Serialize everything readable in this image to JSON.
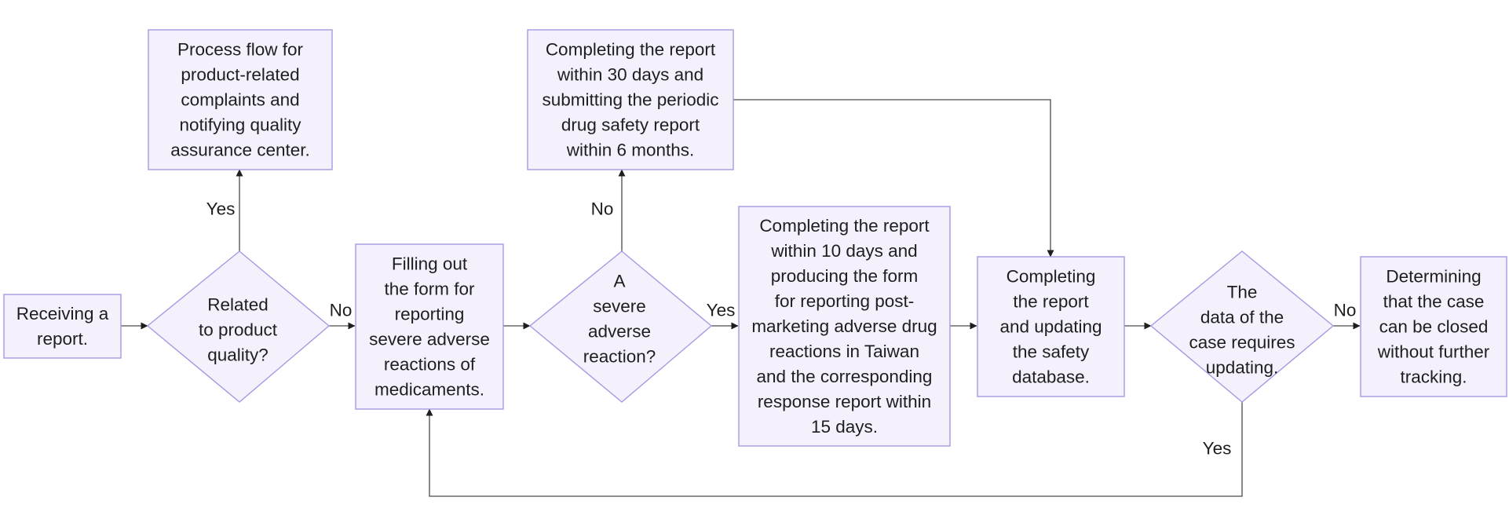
{
  "diagram": {
    "nodes": {
      "receiving": [
        "Receiving a",
        "report."
      ],
      "related_quality": [
        "Related",
        "to product",
        "quality?"
      ],
      "process_flow": [
        "Process flow for",
        "product-related",
        "complaints and",
        "notifying quality",
        "assurance center."
      ],
      "filling_form": [
        "Filling out",
        "the form for",
        "reporting",
        "severe adverse",
        "reactions of",
        "medicaments."
      ],
      "severe_reaction": [
        "A",
        "severe",
        "adverse",
        "reaction?"
      ],
      "completing_30": [
        "Completing the report",
        "within 30 days and",
        "submitting the periodic",
        "drug safety report",
        "within 6 months."
      ],
      "completing_10": [
        "Completing the report",
        "within 10 days and",
        "producing the form",
        "for reporting post-",
        "marketing adverse drug",
        "reactions in Taiwan",
        "and the corresponding",
        "response report within",
        "15 days."
      ],
      "updating_db": [
        "Completing",
        "the report",
        "and updating",
        "the safety",
        "database."
      ],
      "data_update": [
        "The",
        "data of the",
        "case requires",
        "updating."
      ],
      "closed": [
        "Determining",
        "that the case",
        "can be closed",
        "without further",
        "tracking."
      ]
    },
    "edge_labels": {
      "quality_yes": "Yes",
      "quality_no": "No",
      "severe_no": "No",
      "severe_yes": "Yes",
      "update_no": "No",
      "update_yes": "Yes"
    }
  }
}
